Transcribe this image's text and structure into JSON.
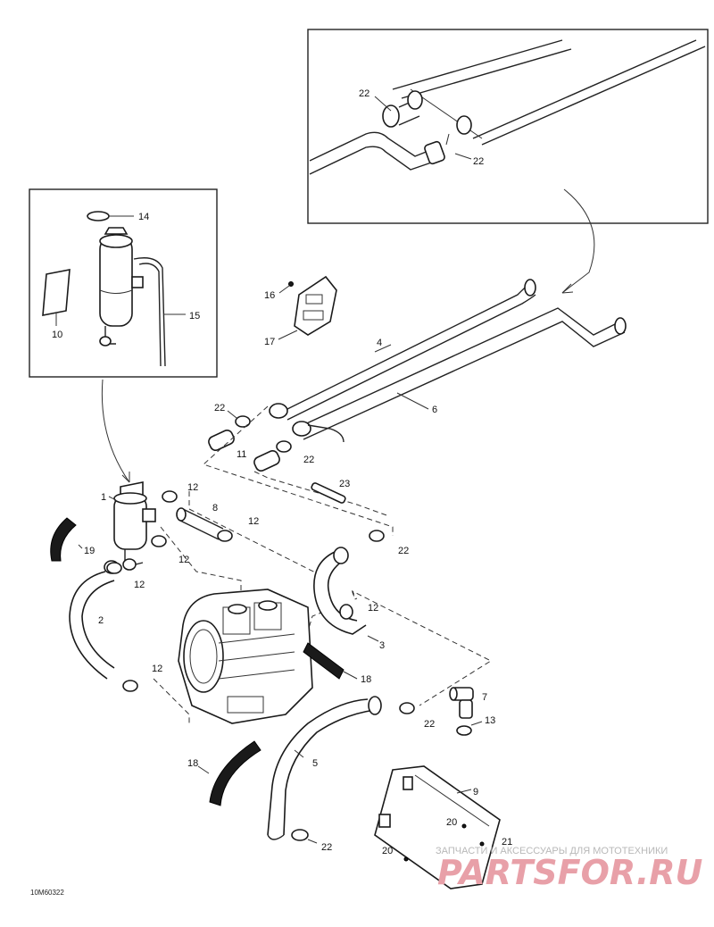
{
  "callouts": {
    "c1": "1",
    "c2": "2",
    "c3": "3",
    "c4": "4",
    "c5": "5",
    "c6": "6",
    "c7": "7",
    "c8": "8",
    "c9": "9",
    "c10": "10",
    "c11": "11",
    "c12a": "12",
    "c12b": "12",
    "c12c": "12",
    "c12d": "12",
    "c12e": "12",
    "c12f": "12",
    "c13": "13",
    "c14": "14",
    "c15": "15",
    "c16": "16",
    "c17": "17",
    "c18a": "18",
    "c18b": "18",
    "c19": "19",
    "c20a": "20",
    "c20b": "20",
    "c21": "21",
    "c22a": "22",
    "c22b": "22",
    "c22c": "22",
    "c22d": "22",
    "c22e": "22",
    "c22f": "22",
    "c22g": "22",
    "c23": "23"
  },
  "figure_code": "10M60322",
  "watermark": {
    "line1": "ЗАПЧАСТИ И АКСЕССУАРЫ ДЛЯ МОТОТЕХНИКИ",
    "logo": "PARTSFOR.RU"
  },
  "colors": {
    "ink": "#1a1a1a",
    "watermark_logo": "#e8a0a8",
    "watermark_text": "#b8b8b8"
  }
}
